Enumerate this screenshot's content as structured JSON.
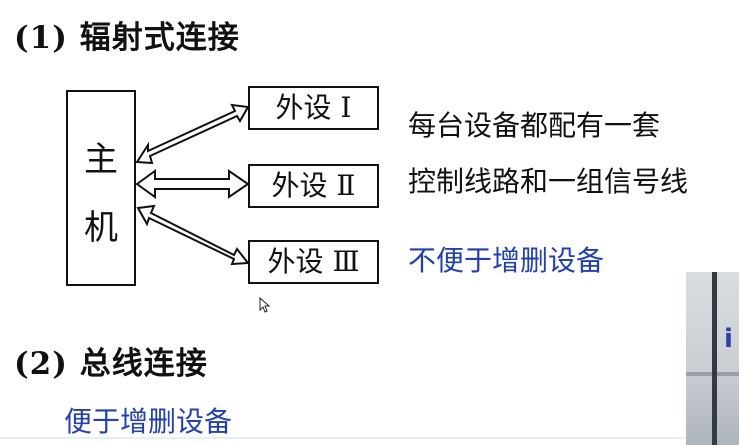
{
  "heading_1": "(1) 辐射式连接",
  "heading_2": "(2) 总线连接",
  "host": {
    "char_1": "主",
    "char_2": "机"
  },
  "devices": [
    {
      "label": "外设 Ⅰ"
    },
    {
      "label": "外设 Ⅱ"
    },
    {
      "label": "外设 Ⅲ"
    }
  ],
  "notes": [
    "每台设备都配有一套",
    "控制线路和一组信号线",
    "不便于增删设备"
  ],
  "bus_note": "便于增删设备",
  "colors": {
    "text": "#111111",
    "accent": "#1f3fbf"
  },
  "icons": {
    "cursor": "mouse-pointer-icon",
    "arrows": "double-headed-arrow-icon"
  }
}
